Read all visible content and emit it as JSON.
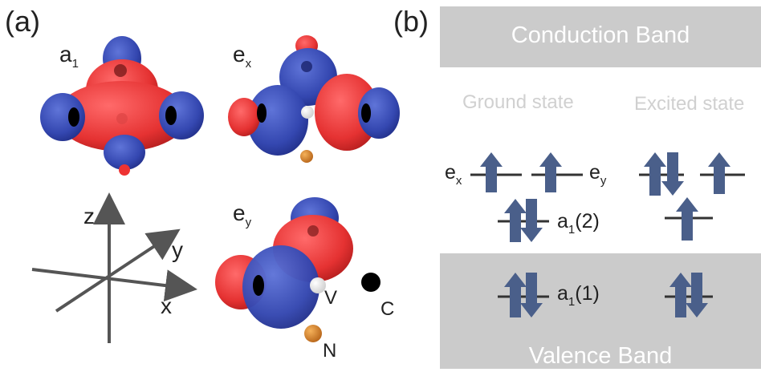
{
  "panel_a": {
    "label": "(a)",
    "orbitals": {
      "a1": {
        "main": "a",
        "sub": "1"
      },
      "ex": {
        "main": "e",
        "sub": "x"
      },
      "ey": {
        "main": "e",
        "sub": "y"
      }
    },
    "axes": {
      "z": "z",
      "y": "y",
      "x": "x"
    },
    "atoms": {
      "V": "V",
      "C": "C",
      "N": "N"
    }
  },
  "panel_b": {
    "label": "(b)",
    "conduction_band": "Conduction Band",
    "valence_band": "Valence Band",
    "ground_state": "Ground state",
    "excited_state": "Excited state",
    "levels": {
      "ex": {
        "main": "e",
        "sub": "x"
      },
      "ey": {
        "main": "e",
        "sub": "y"
      },
      "a1_2": {
        "main": "a",
        "sub": "1",
        "suffix": "(2)"
      },
      "a1_1": {
        "main": "a",
        "sub": "1",
        "suffix": "(1)"
      }
    }
  },
  "colors": {
    "positive_lobe": "#e83a3a",
    "negative_lobe": "#3a4fb8",
    "arrow": "#4a5f8a",
    "band": "#cbcbcb",
    "carbon": "#000000",
    "nitrogen": "#d0832a",
    "vacancy": "#ffffff"
  }
}
